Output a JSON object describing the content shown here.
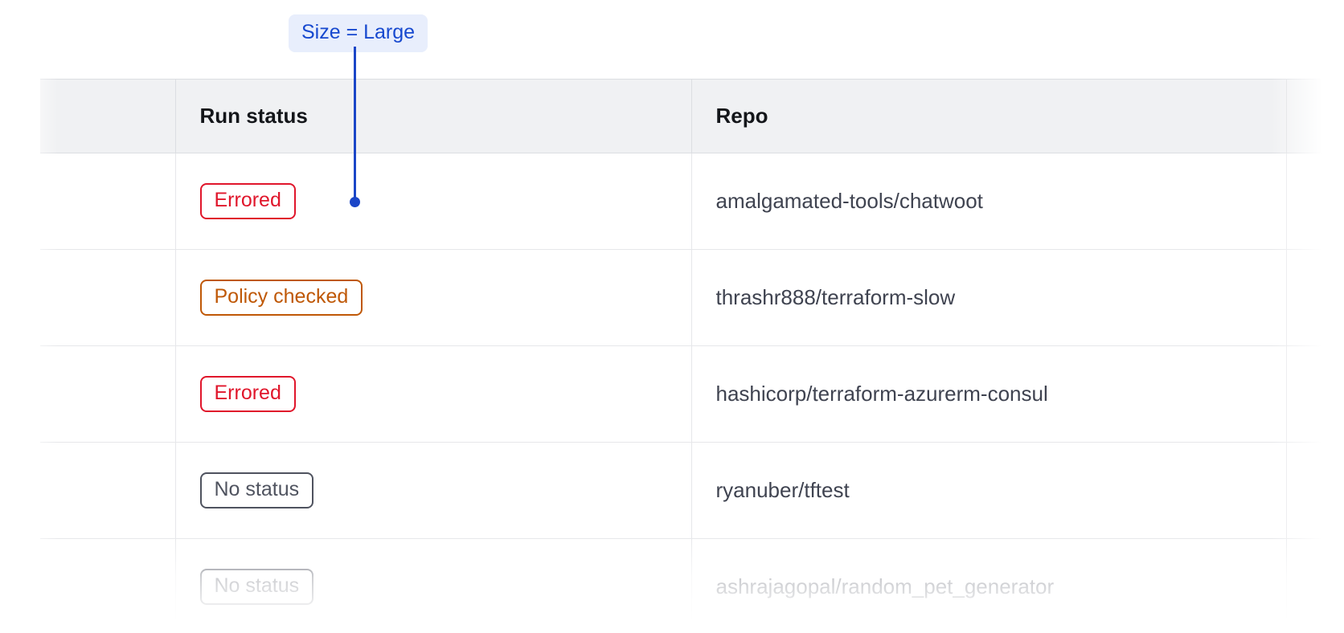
{
  "callout": {
    "label": "Size = Large",
    "pill_bg": "#e8eefc",
    "pill_text_color": "#1749cf",
    "line_color": "#1b46c7"
  },
  "table": {
    "columns": [
      {
        "key": "select",
        "label": ""
      },
      {
        "key": "run_status",
        "label": "Run status"
      },
      {
        "key": "repo",
        "label": "Repo"
      },
      {
        "key": "extra",
        "label": ""
      }
    ],
    "rows": [
      {
        "run_status": "Errored",
        "status_variant": "errored",
        "repo": "amalgamated-tools/chatwoot"
      },
      {
        "run_status": "Policy checked",
        "status_variant": "policy-checked",
        "repo": "thrashr888/terraform-slow"
      },
      {
        "run_status": "Errored",
        "status_variant": "errored",
        "repo": "hashicorp/terraform-azurerm-consul"
      },
      {
        "run_status": "No status",
        "status_variant": "no-status",
        "repo": "ryanuber/tftest"
      },
      {
        "run_status": "No status",
        "status_variant": "no-status",
        "repo": "ashrajagopal/random_pet_generator"
      }
    ]
  },
  "colors": {
    "errored": "#e0162b",
    "policy_checked": "#bf5806",
    "no_status": "#4f535f",
    "header_bg": "#f0f1f3",
    "border": "#dcdee2",
    "row_border": "#e6e7ea"
  }
}
